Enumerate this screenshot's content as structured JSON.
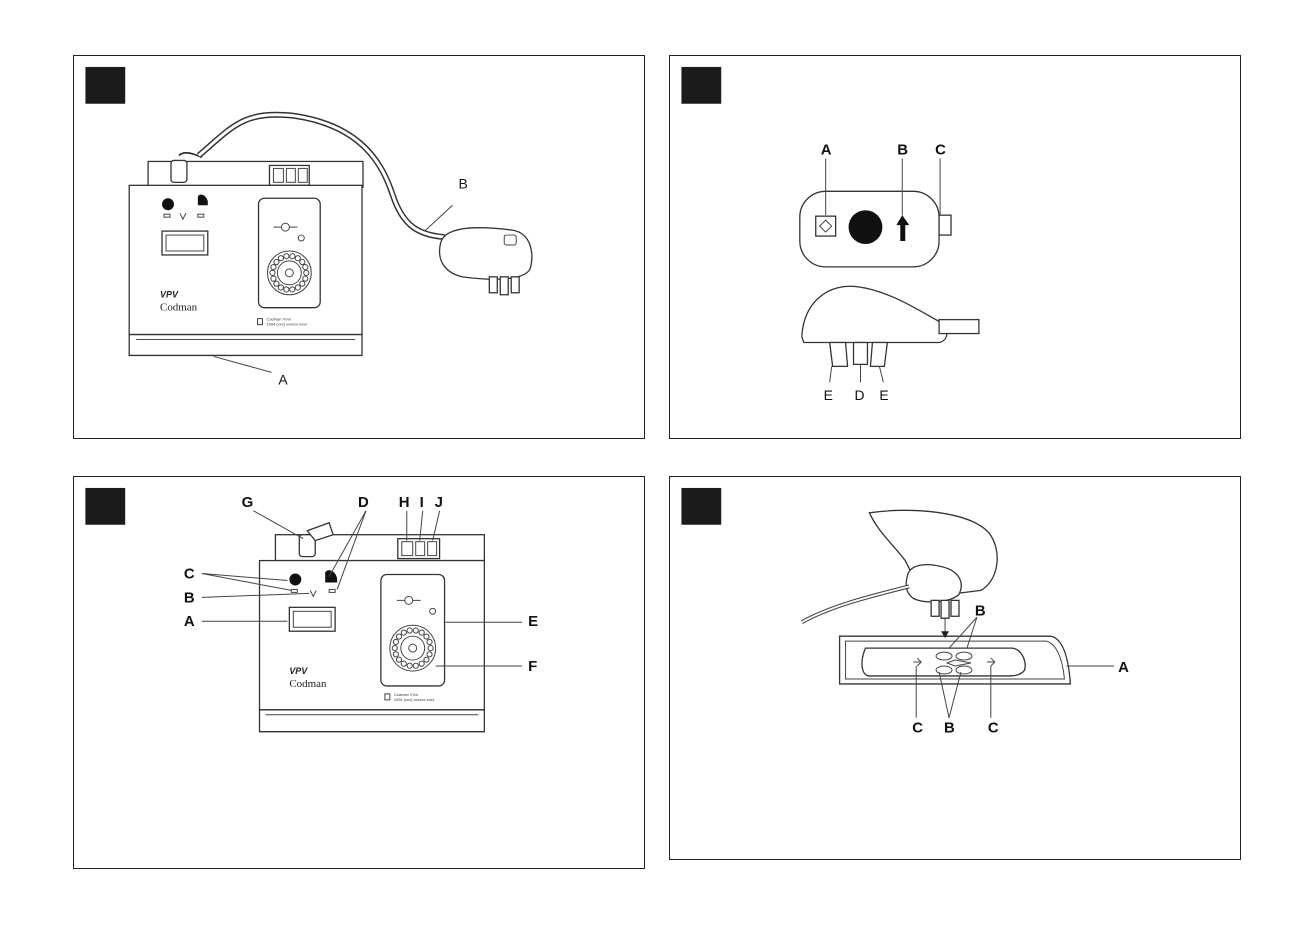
{
  "panel1": {
    "labels": {
      "a": "A",
      "b": "B"
    },
    "logo": {
      "brand": "VPV",
      "maker": "Codman"
    },
    "fine_print": {
      "line1": "Codman VVxl",
      "line2": "1994 (xxx) xxxxxx xxxx"
    }
  },
  "panel2": {
    "labels": {
      "a": "A",
      "b": "B",
      "c": "C",
      "d": "D",
      "e1": "E",
      "e2": "E"
    }
  },
  "panel3": {
    "labels": {
      "g": "G",
      "d": "D",
      "h": "H",
      "i": "I",
      "j": "J",
      "c": "C",
      "b": "B",
      "a": "A",
      "e": "E",
      "f": "F"
    },
    "logo": {
      "brand": "VPV",
      "maker": "Codman"
    },
    "fine_print": {
      "line1": "Codman VVxl",
      "line2": "1994 (xxx) xxxxxx xxxx"
    }
  },
  "panel4": {
    "labels": {
      "b_top": "B",
      "a": "A",
      "c1": "C",
      "b_bottom": "B",
      "c2": "C"
    }
  },
  "colors": {
    "line": "#222222",
    "badge": "#1b1b1b",
    "background": "#ffffff"
  }
}
